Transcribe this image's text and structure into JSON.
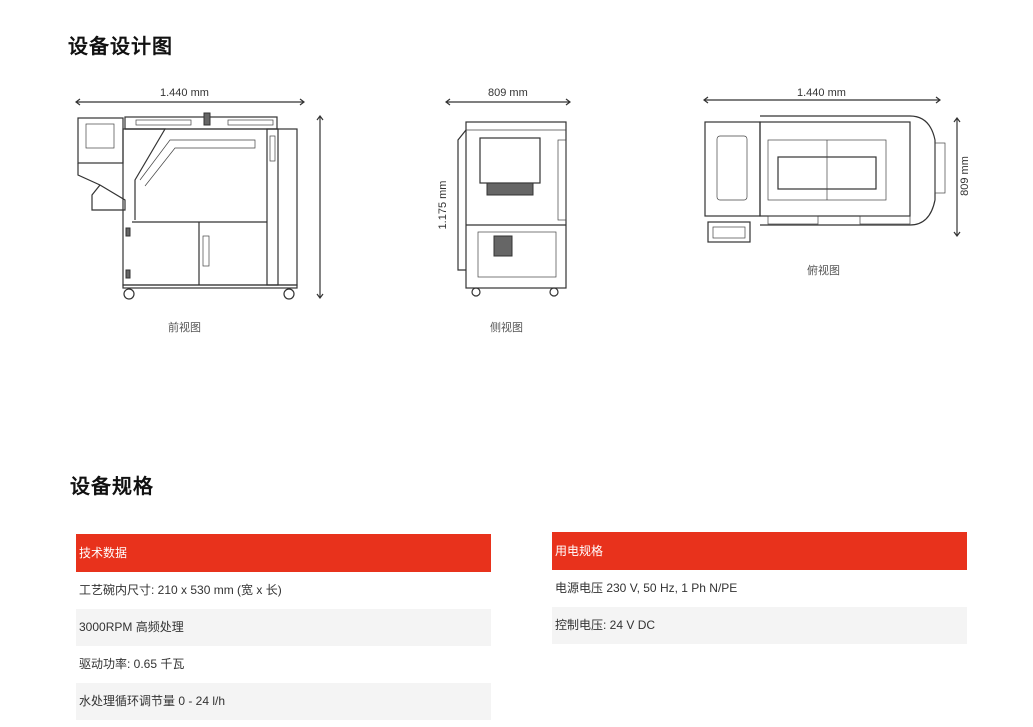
{
  "design": {
    "title": "设备设计图",
    "front": {
      "width_label": "1.440 mm",
      "caption": "前视图"
    },
    "side": {
      "width_label": "809 mm",
      "height_label": "1.175 mm",
      "caption": "侧视图"
    },
    "top": {
      "width_label": "1.440 mm",
      "depth_label": "809 mm",
      "caption": "俯视图"
    }
  },
  "specs": {
    "title": "设备规格",
    "tech": {
      "header": "技术数据",
      "rows": [
        "工艺碗内尺寸: 210 x 530 mm (宽 x 长)",
        "3000RPM 高频处理",
        "驱动功率: 0.65 千瓦",
        "水处理循环调节量 0 - 24 l/h"
      ]
    },
    "power": {
      "header": "用电规格",
      "rows": [
        "电源电压 230 V, 50 Hz, 1 Ph N/PE",
        "控制电压: 24 V DC"
      ]
    }
  },
  "colors": {
    "accent": "#e8321c",
    "row_alt": "#f4f4f4"
  }
}
